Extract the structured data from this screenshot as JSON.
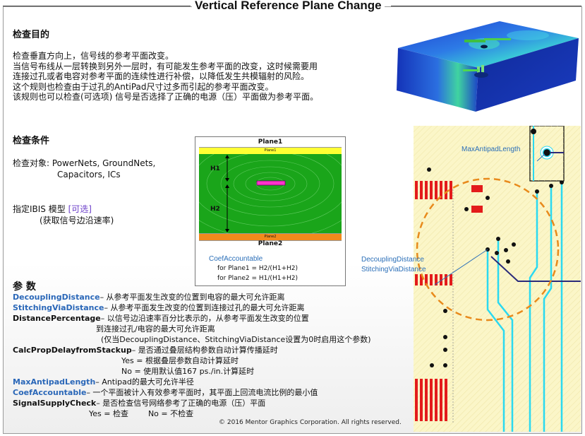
{
  "title": "Vertical Reference Plane Change",
  "purpose": {
    "heading": "检查目的",
    "lines": [
      "检查垂直方向上，信号线的参考平面改变。",
      "当信号布线从一层转换到另外一层时，有可能发生参考平面的改变，这时候需要用",
      "连接过孔或者电容对参考平面的连续性进行补偿，以降低发生共模辐射的风险。",
      "这个规则也检查由于过孔的AntiPad尺寸过多而引起的参考平面改变。",
      "该规则也可以检查(可选项) 信号是否选择了正确的电源（压）平面做为参考平面。"
    ]
  },
  "conditions": {
    "heading": "检查条件",
    "target_label": "检查对象: PowerNets, GroundNets,",
    "target_line2": "Capacitors, ICs",
    "ibis_label": "指定IBIS 模型 ",
    "ibis_optional": "[可选]",
    "ibis_note": "(获取信号边沿速率)"
  },
  "stackup_figure": {
    "plane1_title": "Plane1",
    "plane1_strip": "Plane1",
    "plane2_strip": "Plane2",
    "plane2_title": "Plane2",
    "h1": "H1",
    "h2": "H2",
    "coef_label": "CoefAccountable",
    "coef_line1": "for Plane1 = H2/(H1+H2)",
    "coef_line2": "for Plane2 = H1/(H1+H2)"
  },
  "layout_figure": {
    "max_antipad_label": "MaxAntipadLength",
    "decoupling_label": "DecouplingDistance",
    "stitching_label": "StitchingViaDistance"
  },
  "params": {
    "heading": "参  数",
    "rows": [
      {
        "name": "DecouplingDistance",
        "desc": "– 从参考平面发生改变的位置到电容的最大可允许距离"
      },
      {
        "name": "StitchingViaDistance",
        "desc": "– 从参考平面发生改变的位置到连接过孔的最大可允许距离"
      },
      {
        "name": "DistancePercentage",
        "desc": "– 以信号边沿速率百分比表示的，从参考平面发生改变的位置"
      },
      {
        "name": "",
        "desc": "到连接过孔/电容的最大可允许距离"
      },
      {
        "name": "",
        "desc": "(仅当DecouplingDistance、StitchingViaDistance设置为0时启用这个参数)"
      },
      {
        "name": "CalcPropDelayfromStackup",
        "desc": "– 是否通过叠层结构参数自动计算传播延时"
      },
      {
        "name": "",
        "desc": "Yes = 根据叠层参数自动计算延时"
      },
      {
        "name": "",
        "desc": "No = 使用默认值167 ps./in.计算延时"
      },
      {
        "name": "MaxAntipadLength",
        "desc": "– Antipad的最大可允许半径"
      },
      {
        "name": "CoefAccountable",
        "desc": "– 一个平面被计入有效参考平面时，其平面上回流电流比例的最小值"
      },
      {
        "name": "SignalSupplyCheck",
        "desc": "– 是否检查信号网络参考了正确的电源（压）平面"
      },
      {
        "name": "",
        "desc": "Yes = 检查        No = 不检查"
      }
    ]
  },
  "copyright": "© 2016 Mentor Graphics Corporation. All rights reserved.",
  "colors": {
    "blue_param": "#2a67b8",
    "black_param": "#111111",
    "green_board": "#1aa51a",
    "yellow_plane": "#ffff33",
    "orange_plane": "#f28a1c",
    "layout_bg": "#fbf6c8",
    "via_cyan": "#2bd9f0",
    "pad_red": "#e31b1b",
    "circle_orange": "#e88a1c"
  }
}
